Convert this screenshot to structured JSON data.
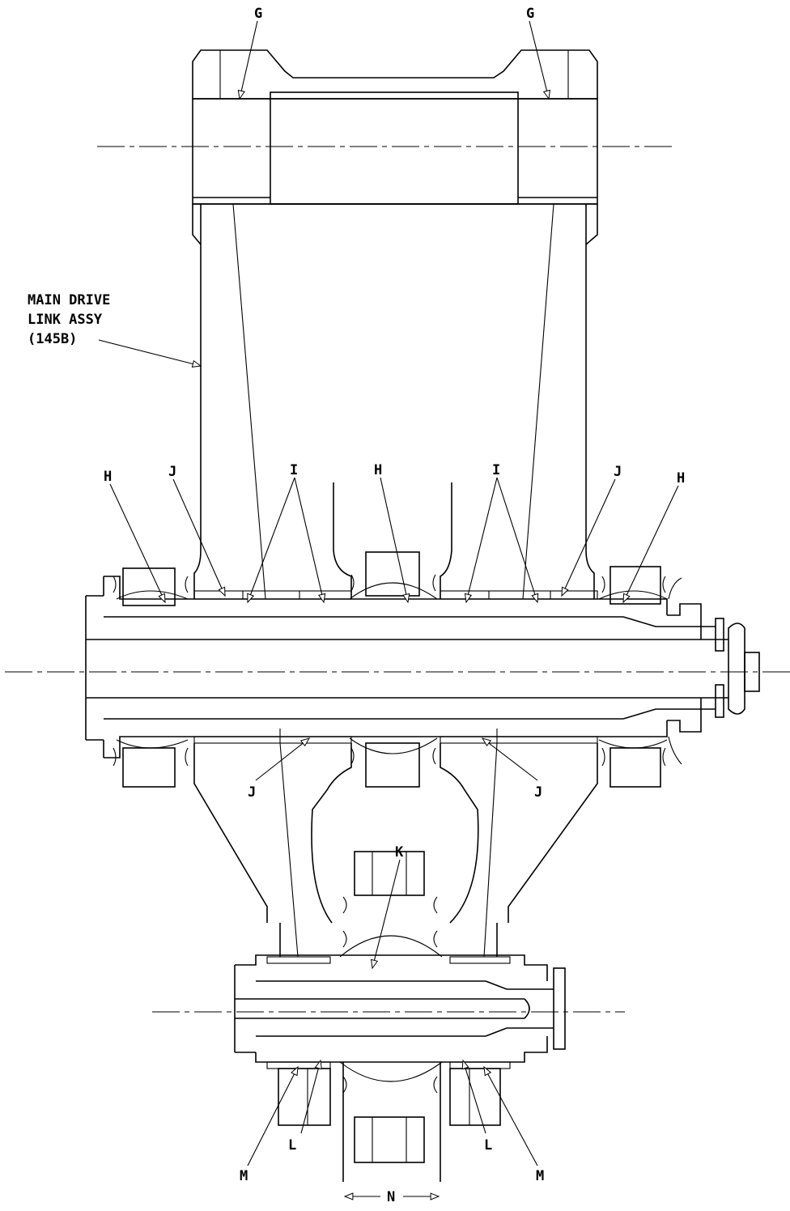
{
  "diagram": {
    "callout_main": [
      "MAIN DRIVE",
      "LINK ASSY",
      "(145B)"
    ],
    "labels": {
      "G": "G",
      "H": "H",
      "I": "I",
      "J": "J",
      "K": "K",
      "L": "L",
      "M": "M",
      "N": "N"
    }
  }
}
